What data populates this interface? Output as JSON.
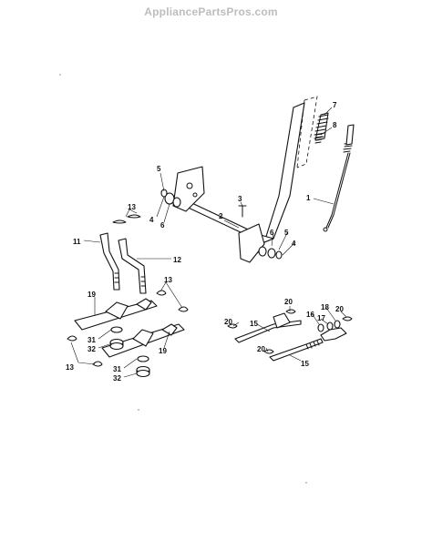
{
  "watermark": "AppliancePartsPros.com",
  "callouts": [
    {
      "id": "c1",
      "label": "1"
    },
    {
      "id": "c2",
      "label": "2"
    },
    {
      "id": "c3",
      "label": "3"
    },
    {
      "id": "c4a",
      "label": "4"
    },
    {
      "id": "c4b",
      "label": "4"
    },
    {
      "id": "c5a",
      "label": "5"
    },
    {
      "id": "c5b",
      "label": "5"
    },
    {
      "id": "c6a",
      "label": "6"
    },
    {
      "id": "c6b",
      "label": "6"
    },
    {
      "id": "c7",
      "label": "7"
    },
    {
      "id": "c8",
      "label": "8"
    },
    {
      "id": "c11",
      "label": "11"
    },
    {
      "id": "c12",
      "label": "12"
    },
    {
      "id": "c13a",
      "label": "13"
    },
    {
      "id": "c13b",
      "label": "13"
    },
    {
      "id": "c13c",
      "label": "13"
    },
    {
      "id": "c15a",
      "label": "15"
    },
    {
      "id": "c15b",
      "label": "15"
    },
    {
      "id": "c16",
      "label": "16"
    },
    {
      "id": "c17",
      "label": "17"
    },
    {
      "id": "c18",
      "label": "18"
    },
    {
      "id": "c19a",
      "label": "19"
    },
    {
      "id": "c19b",
      "label": "19"
    },
    {
      "id": "c20a",
      "label": "20"
    },
    {
      "id": "c20b",
      "label": "20"
    },
    {
      "id": "c20c",
      "label": "20"
    },
    {
      "id": "c20d",
      "label": "20"
    },
    {
      "id": "c31a",
      "label": "31"
    },
    {
      "id": "c31b",
      "label": "31"
    },
    {
      "id": "c32a",
      "label": "32"
    },
    {
      "id": "c32b",
      "label": "32"
    }
  ]
}
